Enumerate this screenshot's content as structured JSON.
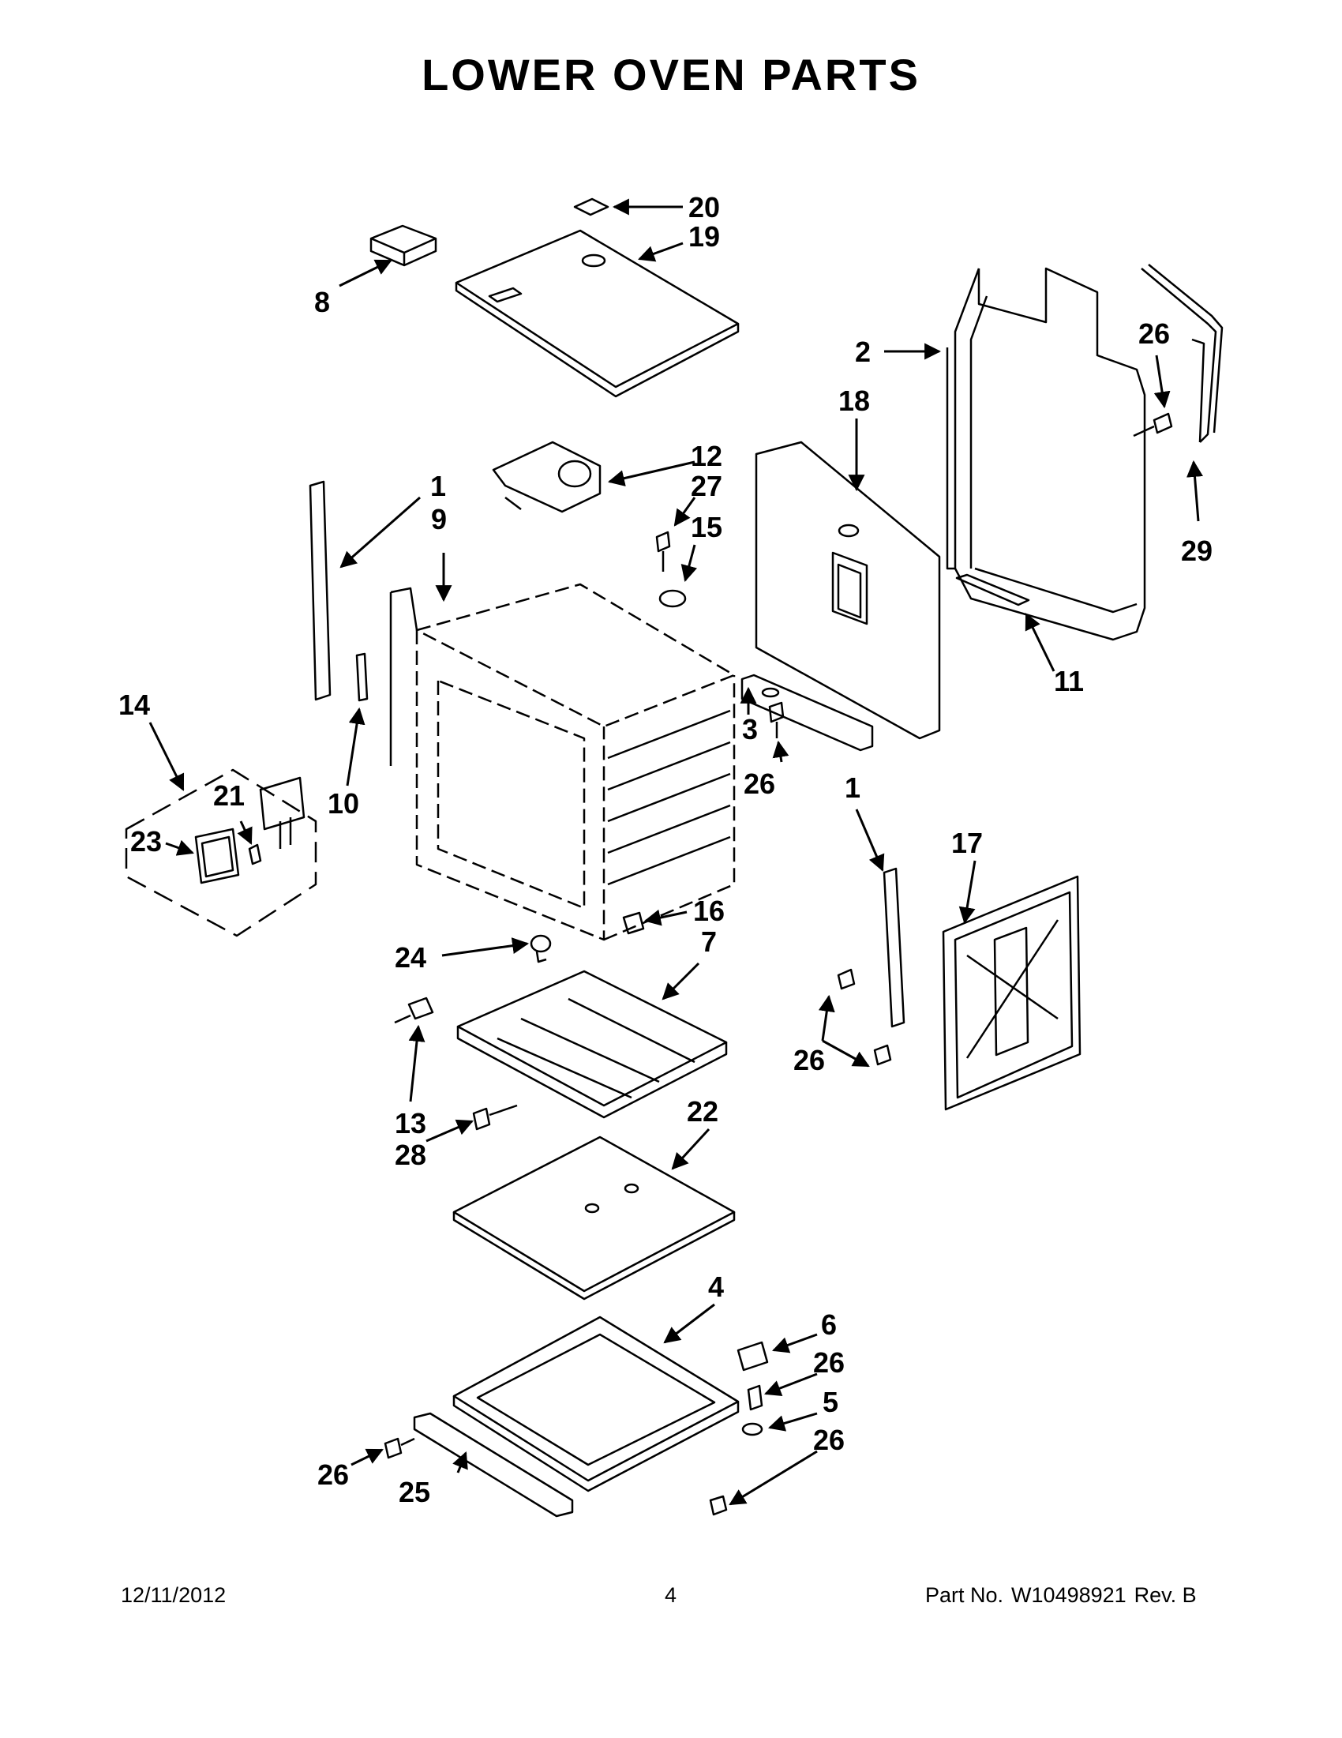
{
  "title": "LOWER OVEN PARTS",
  "callouts": {
    "c20": "20",
    "c19": "19",
    "c8": "8",
    "c2": "2",
    "c26a": "26",
    "c18": "18",
    "c29": "29",
    "c12": "12",
    "c27": "27",
    "c15": "15",
    "c1a": "1",
    "c9": "9",
    "c11": "11",
    "c14": "14",
    "c21": "21",
    "c23": "23",
    "c10": "10",
    "c3": "3",
    "c26b": "26",
    "c1b": "1",
    "c17": "17",
    "c16": "16",
    "c24": "24",
    "c7": "7",
    "c26c": "26",
    "c13": "13",
    "c28": "28",
    "c22": "22",
    "c4": "4",
    "c6": "6",
    "c26d": "26",
    "c5": "5",
    "c26e": "26",
    "c26f": "26",
    "c25": "25"
  },
  "footer": {
    "date": "12/11/2012",
    "page": "4",
    "part_label": "Part No.",
    "part_number": "W10498921",
    "revision": "Rev.  B"
  }
}
